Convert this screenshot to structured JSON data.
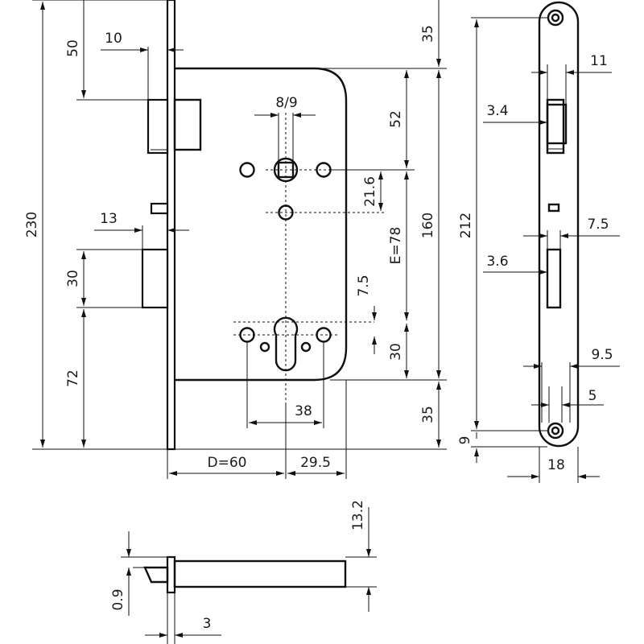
{
  "dimensions": {
    "front": {
      "d230": "230",
      "d50": "50",
      "d10": "10",
      "d13": "13",
      "d30_left": "30",
      "d72": "72",
      "d8_9": "8/9",
      "d52": "52",
      "d21_6": "21.6",
      "d35_top": "35",
      "d160": "160",
      "d_e78": "E=78",
      "d7_5": "7.5",
      "d30_right": "30",
      "d35_bottom": "35",
      "d38": "38",
      "d_d60": "D=60",
      "d29_5": "29.5"
    },
    "side": {
      "d11": "11",
      "d3_4": "3.4",
      "d212": "212",
      "d7_5": "7.5",
      "d3_6": "3.6",
      "d9_5": "9.5",
      "d5": "5",
      "d9": "9",
      "d18": "18"
    },
    "bottom": {
      "d13_2": "13.2",
      "d0_9": "0.9",
      "d3": "3"
    }
  }
}
